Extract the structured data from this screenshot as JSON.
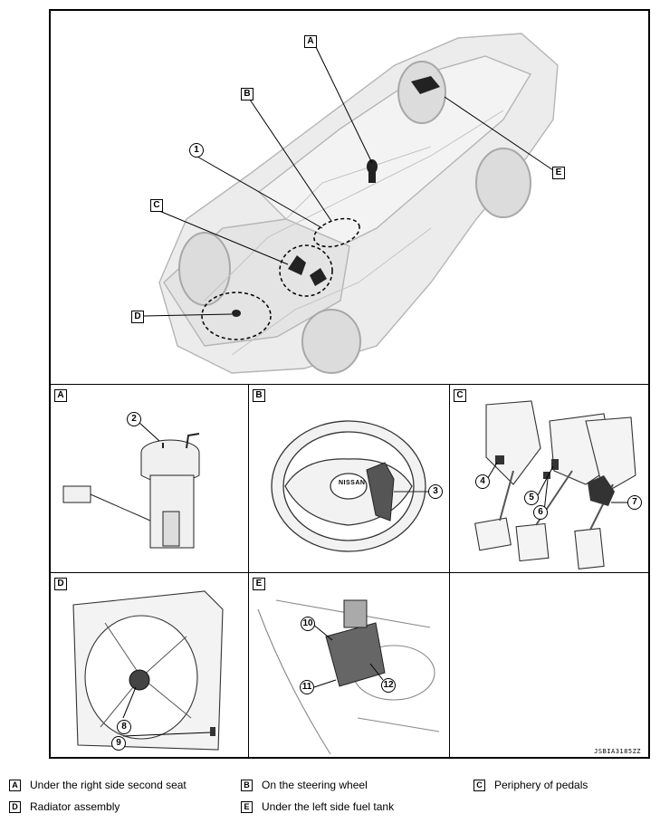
{
  "diagram": {
    "hero_callouts": {
      "A": "A",
      "B": "B",
      "C": "C",
      "D": "D",
      "E": "E",
      "one": "1"
    },
    "panels": [
      {
        "letter": "A",
        "callouts": [
          "2"
        ]
      },
      {
        "letter": "B",
        "callouts": [
          "3"
        ]
      },
      {
        "letter": "C",
        "callouts": [
          "4",
          "5",
          "6",
          "7"
        ]
      },
      {
        "letter": "D",
        "callouts": [
          "8",
          "9"
        ]
      },
      {
        "letter": "E",
        "callouts": [
          "10",
          "11",
          "12"
        ]
      }
    ],
    "drawing_code": "JSBIA3185ZZ",
    "steering_logo": "NISSAN"
  },
  "legend": [
    {
      "key": "A",
      "text": "Under the right side second seat"
    },
    {
      "key": "B",
      "text": "On the steering wheel"
    },
    {
      "key": "C",
      "text": "Periphery of pedals"
    },
    {
      "key": "D",
      "text": "Radiator assembly"
    },
    {
      "key": "E",
      "text": "Under the left side fuel tank"
    }
  ]
}
